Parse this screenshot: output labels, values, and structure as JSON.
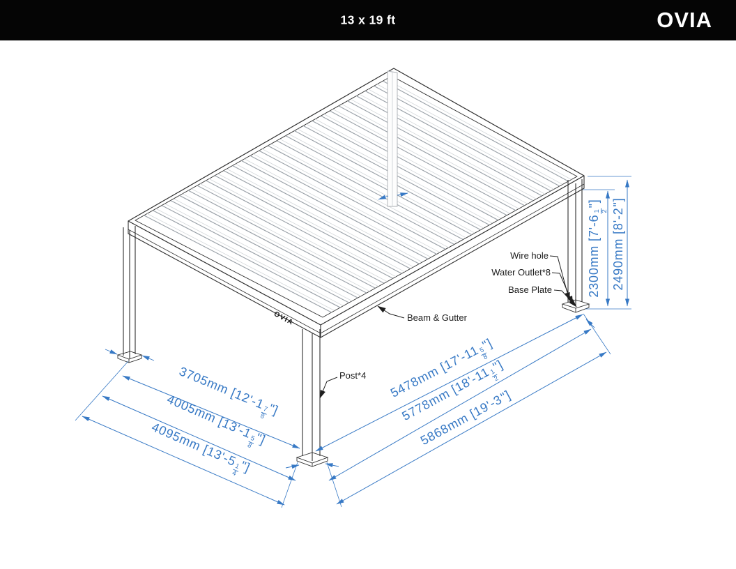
{
  "header": {
    "size_label": "13 x 19 ft",
    "brand": "OVIA",
    "bg_color": "#050505",
    "fg_color": "#ffffff"
  },
  "drawing": {
    "brand_on_beam": "OVIA",
    "dim_color": "#3779c5",
    "line_color": "#2e2e2e",
    "louver_color": "#9aa1a8",
    "labels": {
      "wire_hole": "Wire hole",
      "water_outlet": "Water Outlet*8",
      "base_plate": "Base Plate",
      "beam_gutter": "Beam & Gutter",
      "post": "Post*4"
    },
    "dimensions": {
      "left": [
        {
          "mm": "3705mm",
          "ft_prefix": " [12'-1",
          "frac_n": "7",
          "frac_d": "8",
          "suffix": "\"]"
        },
        {
          "mm": "4005mm",
          "ft_prefix": " [13'-1",
          "frac_n": "5",
          "frac_d": "8",
          "suffix": "\"]"
        },
        {
          "mm": "4095mm",
          "ft_prefix": " [13'-5",
          "frac_n": "1",
          "frac_d": "4",
          "suffix": "\"]"
        }
      ],
      "right": [
        {
          "mm": "5478mm",
          "ft_prefix": " [17'-11",
          "frac_n": "5",
          "frac_d": "8",
          "suffix": "\"]"
        },
        {
          "mm": "5778mm",
          "ft_prefix": " [18'-11",
          "frac_n": "1",
          "frac_d": "2",
          "suffix": "\"]"
        },
        {
          "mm": "5868mm",
          "ft_prefix": " [19'-3",
          "frac_n": "",
          "frac_d": "",
          "suffix": "\"]"
        }
      ],
      "vertical": [
        {
          "mm": "2300mm",
          "ft_prefix": " [7'-6",
          "frac_n": "1",
          "frac_d": "2",
          "suffix": "\"]"
        },
        {
          "mm": "2490mm",
          "ft_prefix": " [8'-2",
          "frac_n": "",
          "frac_d": "",
          "suffix": "\"]"
        }
      ]
    }
  }
}
